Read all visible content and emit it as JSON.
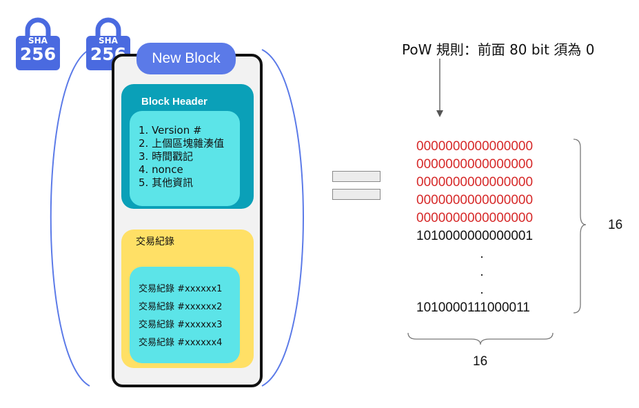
{
  "locks": [
    {
      "top": "SHA",
      "num": "256",
      "icon": "lock-icon",
      "color": "#4a6ae0"
    },
    {
      "top": "SHA",
      "num": "256",
      "icon": "lock-icon",
      "color": "#4a6ae0"
    }
  ],
  "new_block_label": "New Block",
  "header": {
    "title": "Block Header",
    "items": [
      "1. Version #",
      "2. 上個區塊雜湊值",
      "3. 時間戳記",
      "4. nonce",
      "5. 其他資訊"
    ]
  },
  "transactions": {
    "title": "交易紀錄",
    "items": [
      "交易紀錄 #xxxxxx1",
      "交易紀錄 #xxxxxx2",
      "交易紀錄 #xxxxxx3",
      "交易紀錄 #xxxxxx4"
    ]
  },
  "rule_text": "PoW 規則：前面 80 bit 須為 0",
  "bit_rows": {
    "red": [
      "0000000000000000",
      "0000000000000000",
      "0000000000000000",
      "0000000000000000",
      "0000000000000000"
    ],
    "first_black": "1010000000000001",
    "dots": [
      ".",
      ".",
      "."
    ],
    "last": "1010000111000011"
  },
  "dim_right": "16",
  "dim_bottom": "16",
  "colors": {
    "accent": "#5b7ae8",
    "header_bg": "#0aa0b8",
    "inner_bg": "#5ce4e8",
    "tx_bg": "#ffe066",
    "bits_red": "#d62828"
  }
}
